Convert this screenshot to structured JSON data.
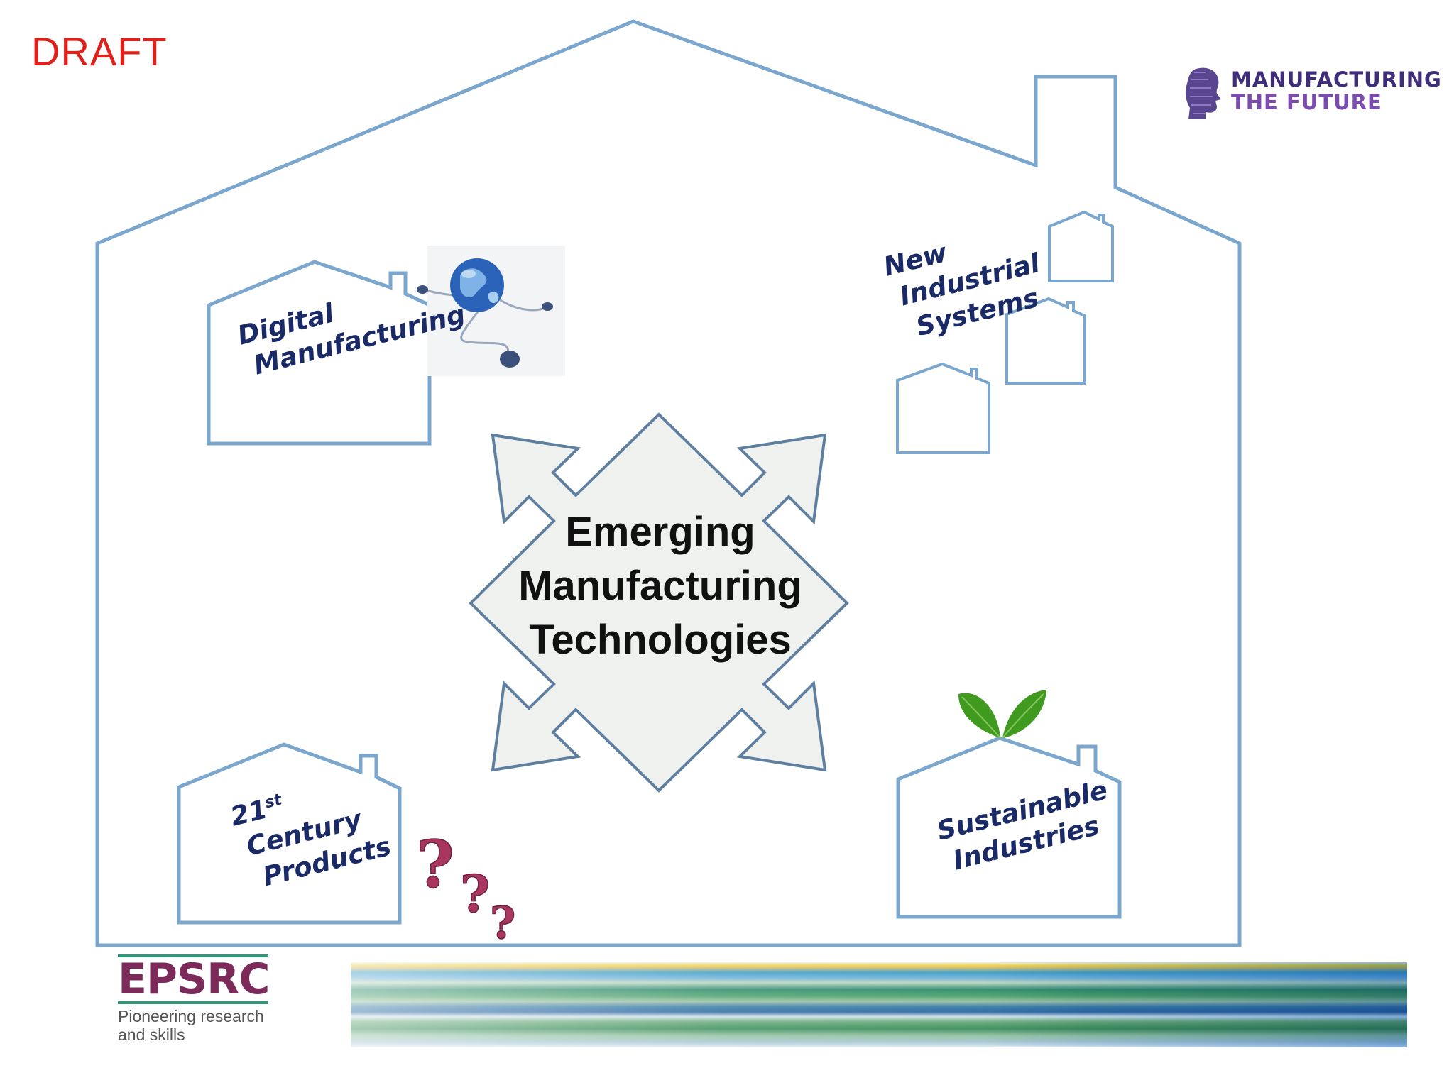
{
  "slide": {
    "draft_label": "DRAFT"
  },
  "logo": {
    "line1": "MANUFACTURING",
    "line2": "THE FUTURE"
  },
  "diagram": {
    "center": {
      "line1": "Emerging",
      "line2": "Manufacturing",
      "line3": "Technologies"
    },
    "areas": {
      "digital": {
        "line1": "Digital",
        "line2": "Manufacturing"
      },
      "new_industrial": {
        "line1": "New",
        "line2": "Industrial",
        "line3": "Systems"
      },
      "century": {
        "num": "21",
        "sup": "st",
        "line2": "Century",
        "line3": "Products"
      },
      "sustainable": {
        "line1": "Sustainable",
        "line2": "Industries"
      }
    },
    "icons": [
      "globe-network-icon",
      "leaf-icon",
      "question-marks-icon",
      "house-outline-icon"
    ]
  },
  "footer": {
    "org": "EPSRC",
    "tagline_line1": "Pioneering research",
    "tagline_line2": "and skills"
  }
}
